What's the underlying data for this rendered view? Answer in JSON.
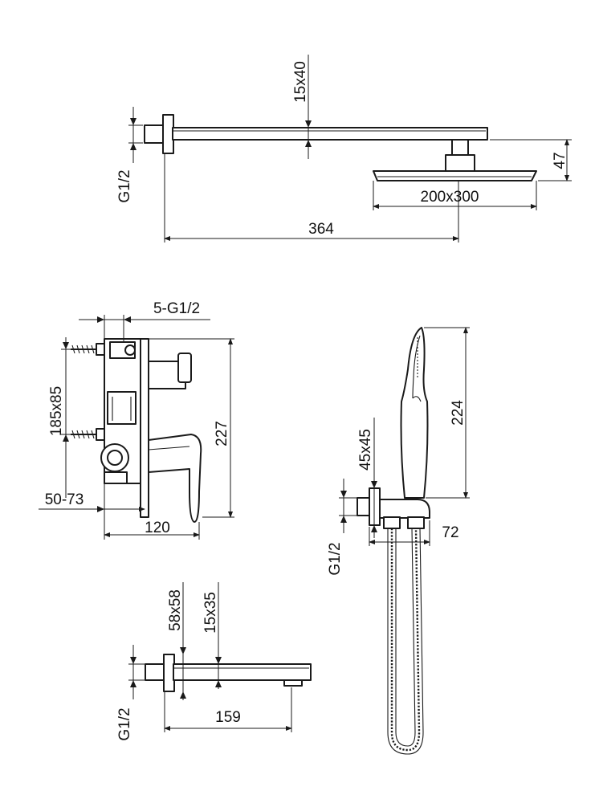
{
  "rain_shower": {
    "arm_section": "15x40",
    "connection_thread": "G1/2",
    "head_height": "47",
    "head_size": "200x300",
    "arm_length": "364"
  },
  "mixer": {
    "outlets": "5-G1/2",
    "mounting_spacing": "185x85",
    "total_height": "227",
    "install_depth": "50-73",
    "depth": "120"
  },
  "hand_shower": {
    "handset_length": "224",
    "holder_size": "45x45",
    "holder_depth": "72",
    "connection_thread": "G1/2"
  },
  "spout": {
    "flange_size": "58x58",
    "spout_section": "15x35",
    "spout_length": "159",
    "connection_thread": "G1/2"
  }
}
